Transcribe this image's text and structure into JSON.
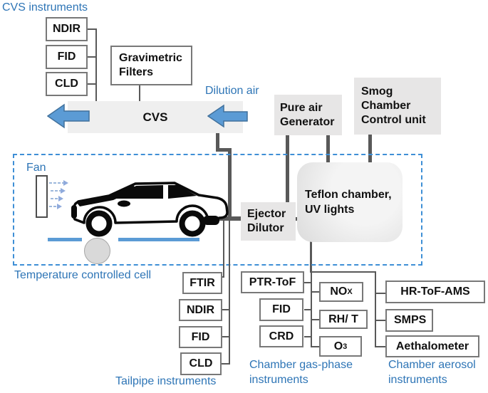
{
  "labels": {
    "cvs_instruments": "CVS instruments",
    "dilution_air": "Dilution air",
    "fan": "Fan",
    "temperature_cell": "Temperature controlled cell",
    "tailpipe": "Tailpipe instruments",
    "chamber_gas": "Chamber gas-phase instruments",
    "chamber_aerosol": "Chamber aerosol instruments"
  },
  "equipment": {
    "cvs": "CVS",
    "gravimetric_filters": "Gravimetric Filters",
    "pure_air_generator": "Pure air Generator",
    "smog_control": "Smog Chamber Control unit",
    "ejector_dilutor": "Ejector Dilutor",
    "teflon_chamber": "Teflon chamber, UV lights"
  },
  "instruments": {
    "cvs": [
      "NDIR",
      "FID",
      "CLD"
    ],
    "tailpipe": [
      "FTIR",
      "NDIR",
      "FID",
      "CLD"
    ],
    "chamber_gas": [
      "PTR-ToF",
      "FID",
      "CRD"
    ],
    "chamber_sensors": [
      {
        "base": "NO",
        "sub": "X"
      },
      {
        "base": "RH/ T",
        "sub": ""
      },
      {
        "base": "O",
        "sub": "3"
      }
    ],
    "chamber_aerosol": [
      "HR-ToF-AMS",
      "SMPS",
      "Aethalometer"
    ]
  },
  "colors": {
    "label_blue": "#2E75B6",
    "arrow_blue": "#5B9BD5",
    "arrow_border": "#41719C",
    "dashed_border_blue": "#3E8FD6",
    "equipment_gray": "#E7E6E6",
    "cvs_bar_gray": "#EFEFEF",
    "connector_dark": "#595959",
    "floor_blue": "#5B9BD5",
    "roller_gray": "#D9D9D9"
  }
}
